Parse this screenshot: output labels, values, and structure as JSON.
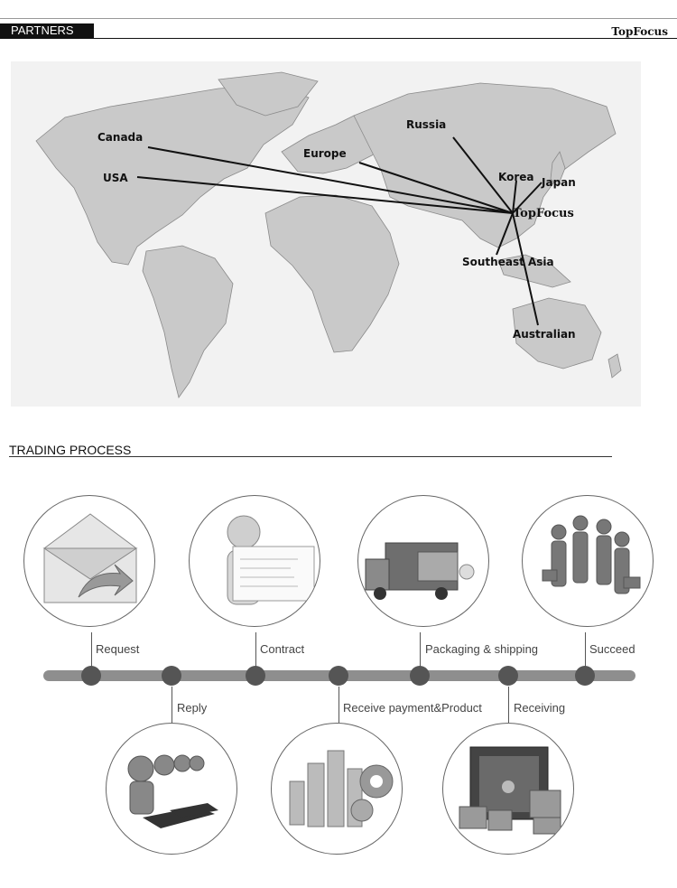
{
  "header": {
    "section_label": "PARTNERS",
    "brand": "TopFocus"
  },
  "map": {
    "hub_label": "TopFocus",
    "regions": [
      "Canada",
      "USA",
      "Europe",
      "Russia",
      "Korea",
      "Japan",
      "Southeast Asia",
      "Australian"
    ]
  },
  "process": {
    "title": "TRADING PROCESS",
    "steps_top": [
      "Request",
      "Contract",
      "Packaging & shipping",
      "Succeed"
    ],
    "steps_bottom": [
      "Reply",
      "Receive payment&Product",
      "Receiving"
    ]
  }
}
